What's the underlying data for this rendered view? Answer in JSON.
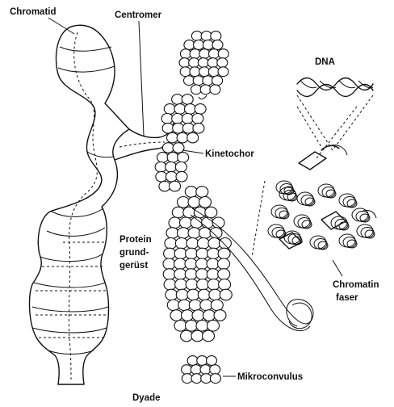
{
  "labels": {
    "chromatid": "Chromatid",
    "centromer": "Centromer",
    "dna": "DNA",
    "kinetochor": "Kinetochor",
    "protein_line1": "Protein",
    "protein_line2": "grund-",
    "protein_line3": "gerüst",
    "chromatin_line1": "Chromatin",
    "chromatin_line2": "faser",
    "mikroconvulus": "Mikroconvulus",
    "dyade": "Dyade"
  }
}
